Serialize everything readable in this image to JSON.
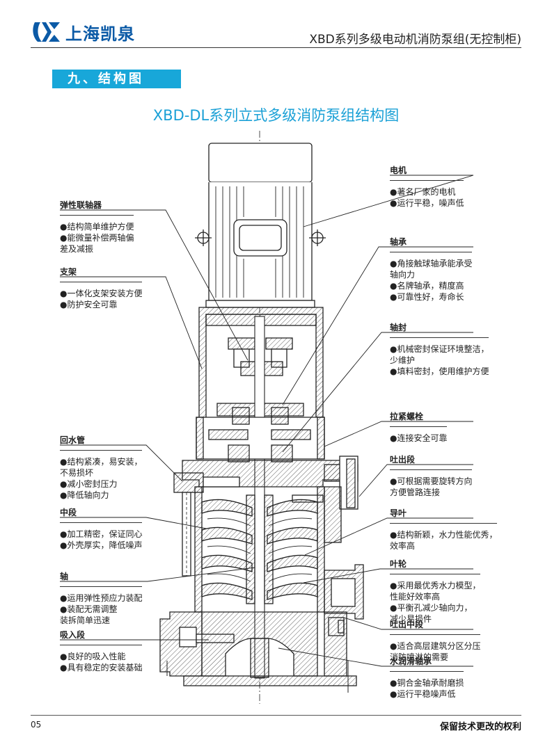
{
  "header": {
    "brand_name": "上海凯泉",
    "doc_title": "XBD系列多级电动机消防泵组(无控制柜)"
  },
  "section": {
    "title": "九、结构图"
  },
  "diagram": {
    "title": "XBD-DL系列立式多级消防泵组结构图"
  },
  "labels_left": [
    {
      "head": "弹性联轴器",
      "items": [
        "●结构简单维护方便",
        "●能微量补偿两轴偏",
        "  差及减振"
      ]
    },
    {
      "head": "支架",
      "items": [
        "●一体化支架安装方便",
        "●防护安全可靠"
      ]
    },
    {
      "head": "回水管",
      "items": [
        "●结构紧凑，易安装，",
        "  不易损坏",
        "●减小密封压力",
        "●降低轴向力"
      ]
    },
    {
      "head": "中段",
      "items": [
        "●加工精密，保证同心",
        "●外壳厚实，降低噪声"
      ]
    },
    {
      "head": "轴",
      "items": [
        "●运用弹性预应力装配",
        "●装配无需调整",
        "  装拆简单迅速"
      ]
    },
    {
      "head": "吸入段",
      "items": [
        "●良好的吸入性能",
        "●具有稳定的安装基础"
      ]
    }
  ],
  "labels_right": [
    {
      "head": "电机",
      "items": [
        "●著名厂家的电机",
        "●运行平稳，噪声低"
      ]
    },
    {
      "head": "轴承",
      "items": [
        "●角接触球轴承能承受",
        "  轴向力",
        "●名牌轴承，精度高",
        "●可靠性好，寿命长"
      ]
    },
    {
      "head": "轴封",
      "items": [
        "●机械密封保证环境整洁，",
        "  少维护",
        "●填料密封，使用维护方便"
      ]
    },
    {
      "head": "拉紧螺栓",
      "items": [
        "●连接安全可靠"
      ]
    },
    {
      "head": "吐出段",
      "items": [
        "●可根据需要旋转方向",
        "  方便管路连接"
      ]
    },
    {
      "head": "导叶",
      "items": [
        "●结构新颖，水力性能优秀，",
        "  效率高"
      ]
    },
    {
      "head": "叶轮",
      "items": [
        "●采用最优秀水力模型，",
        "  性能好效率高",
        "●平衡孔减少轴向力，",
        "  减少易损件"
      ]
    },
    {
      "head": "吐出中段",
      "items": [
        "●适合高层建筑分区分压",
        "  消防喷淋的需要"
      ]
    },
    {
      "head": "水润滑轴承",
      "items": [
        "●铜合金轴承耐磨损",
        "●运行平稳噪声低"
      ]
    }
  ],
  "footer": {
    "page_number": "05",
    "rights": "保留技术更改的权利"
  },
  "colors": {
    "brand": "#0b5aa6",
    "accent": "#18a7d9"
  }
}
